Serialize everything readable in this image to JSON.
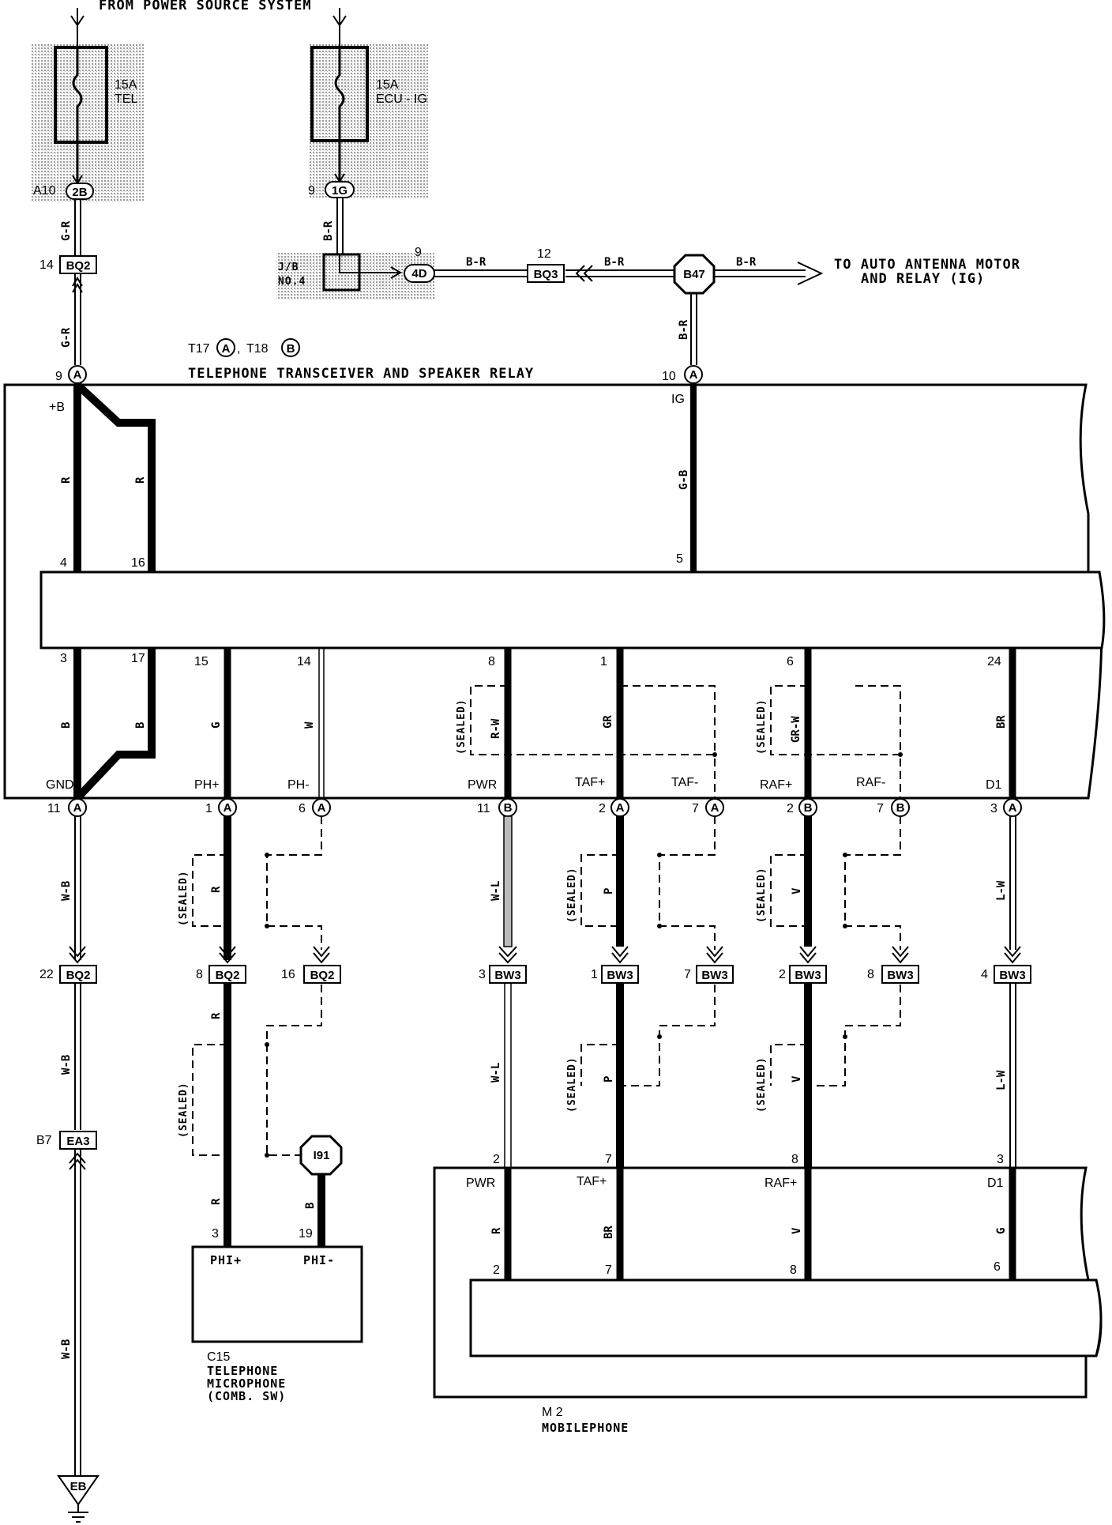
{
  "header": {
    "power_source": "FROM POWER SOURCE SYSTEM",
    "to_auto_antenna_line1": "TO AUTO ANTENNA MOTOR",
    "to_auto_antenna_line2": "AND RELAY (IG)"
  },
  "fuses": [
    {
      "rating": "15A",
      "name": "TEL"
    },
    {
      "rating": "15A",
      "name": "ECU - IG"
    }
  ],
  "junction_block": {
    "line1": "J/B",
    "line2": "NO.4"
  },
  "transceiver": {
    "ref_a": "T17",
    "ref_b": "T18",
    "comma": ",",
    "title": "TELEPHONE TRANSCEIVER AND SPEAKER RELAY",
    "pin_b_plus": "+B",
    "pin_ig": "IG",
    "pin_gnd": "GND",
    "pin_ph_plus": "PH+",
    "pin_ph_minus": "PH-",
    "pin_pwr": "PWR",
    "pin_taf_plus": "TAF+",
    "pin_taf_minus": "TAF-",
    "pin_raf_plus": "RAF+",
    "pin_raf_minus": "RAF-",
    "pin_d1": "D1"
  },
  "connector_letters": {
    "a": "A",
    "b": "B"
  },
  "connectors": {
    "a10": "A10",
    "c2b": "2B",
    "c1g": "1G",
    "c4d": "4D",
    "bq2": "BQ2",
    "bq3": "BQ3",
    "b47": "B47",
    "bw3": "BW3",
    "ea3": "EA3",
    "b7": "B7",
    "i91": "I91",
    "eb": "EB"
  },
  "pin_numbers": {
    "n9": "9",
    "n12": "12",
    "n14": "14",
    "n10": "10",
    "n4": "4",
    "n16": "16",
    "n5": "5",
    "n3": "3",
    "n17": "17",
    "n15": "15",
    "n8": "8",
    "n1": "1",
    "n6": "6",
    "n24": "24",
    "n11": "11",
    "n2": "2",
    "n7": "7",
    "n22": "22",
    "n19": "19"
  },
  "wire_colors": {
    "gr": "G-R",
    "br": "B-R",
    "r": "R",
    "b": "B",
    "g": "G",
    "w": "W",
    "rw": "R-W",
    "grcol": "GR",
    "grw": "GR-W",
    "br2": "BR",
    "gb": "G-B",
    "wb": "W-B",
    "wl": "W-L",
    "p": "P",
    "v": "V",
    "lw": "L-W"
  },
  "sealed_label": "(SEALED)",
  "microphone": {
    "ref": "C15",
    "line1": "TELEPHONE",
    "line2": "MICROPHONE",
    "line3": "(COMB. SW)",
    "pin_phi_plus": "PHI+",
    "pin_phi_minus": "PHI-"
  },
  "mobilephone": {
    "ref": "M 2",
    "name": "MOBILEPHONE",
    "pin_pwr": "PWR",
    "pin_taf_plus": "TAF+",
    "pin_raf_plus": "RAF+",
    "pin_d1": "D1"
  },
  "colors": {
    "ink": "#000000",
    "shade": "#c8c8c8"
  }
}
